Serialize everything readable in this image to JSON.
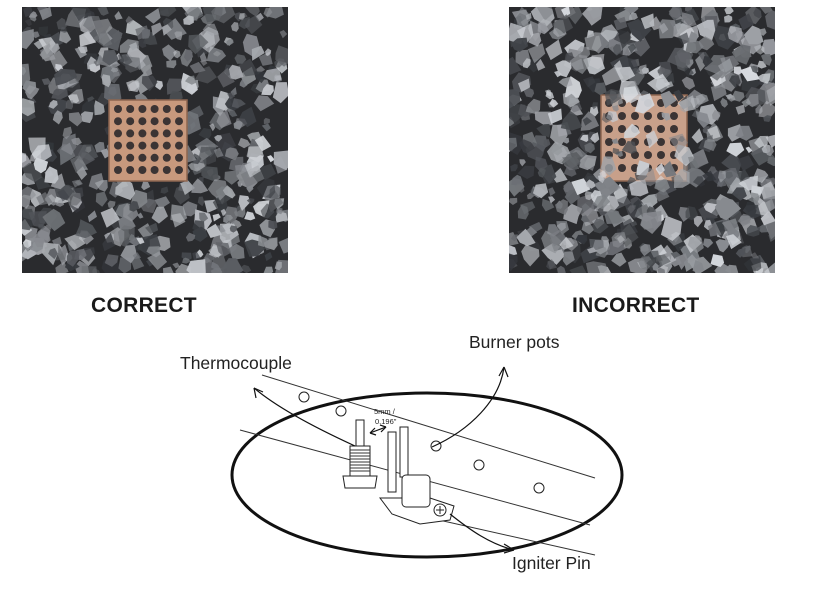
{
  "correct": {
    "caption": "CORRECT"
  },
  "incorrect": {
    "caption": "INCORRECT"
  },
  "diagram": {
    "labels": {
      "thermocouple": "Thermocouple",
      "burner_pots": "Burner pots",
      "igniter_pin": "Igniter Pin",
      "gap_metric": "5mm /",
      "gap_imperial": "0.196\""
    }
  },
  "colors": {
    "glass_dark": "#2a2b2e",
    "glass_light": "#c9cdd3",
    "copper_plate": "#c8997d",
    "line": "#111111"
  }
}
